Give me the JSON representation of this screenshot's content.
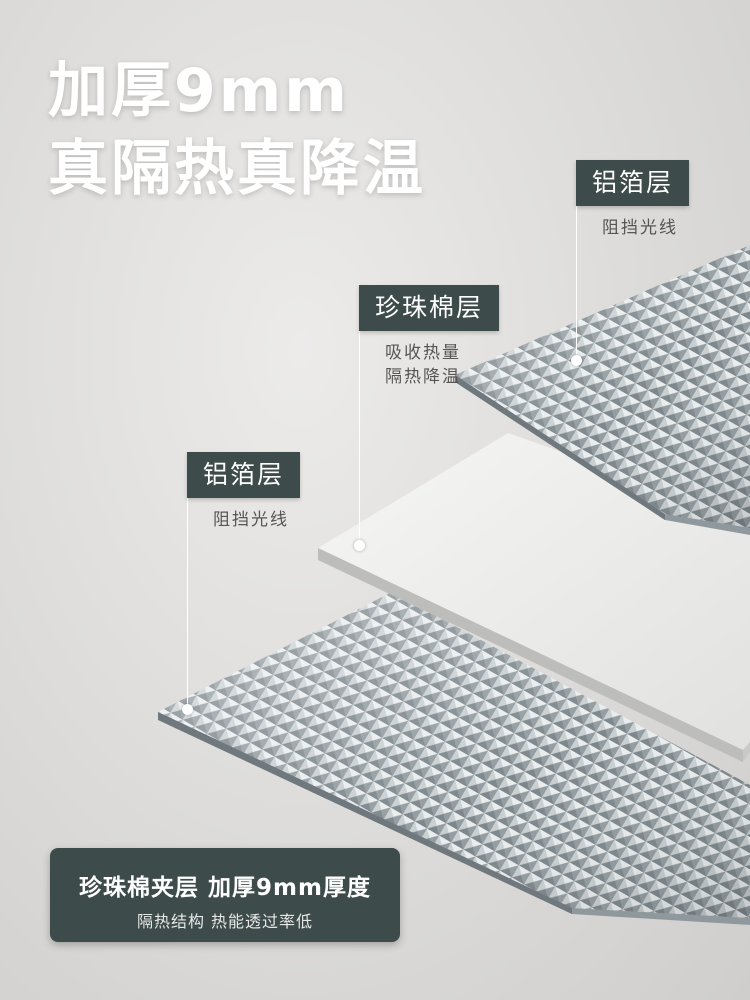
{
  "headline": {
    "line1": "加厚9mm",
    "line2": "真隔热真降温"
  },
  "callouts": {
    "top_foil": {
      "tag": "铝箔层",
      "desc_lines": [
        "阻挡光线"
      ]
    },
    "pearl_cotton": {
      "tag": "珍珠棉层",
      "desc_lines": [
        "吸收热量",
        "隔热降温"
      ]
    },
    "bottom_foil": {
      "tag": "铝箔层",
      "desc_lines": [
        "阻挡光线"
      ]
    }
  },
  "banner": {
    "title": "珍珠棉夹层 加厚9mm厚度",
    "subtitle": "隔热结构 热能透过率低"
  },
  "colors": {
    "tag_bg": "#3d4b4a",
    "background": "#dcdbd9",
    "foil": "#b9c0c3",
    "foam": "#ececea"
  }
}
